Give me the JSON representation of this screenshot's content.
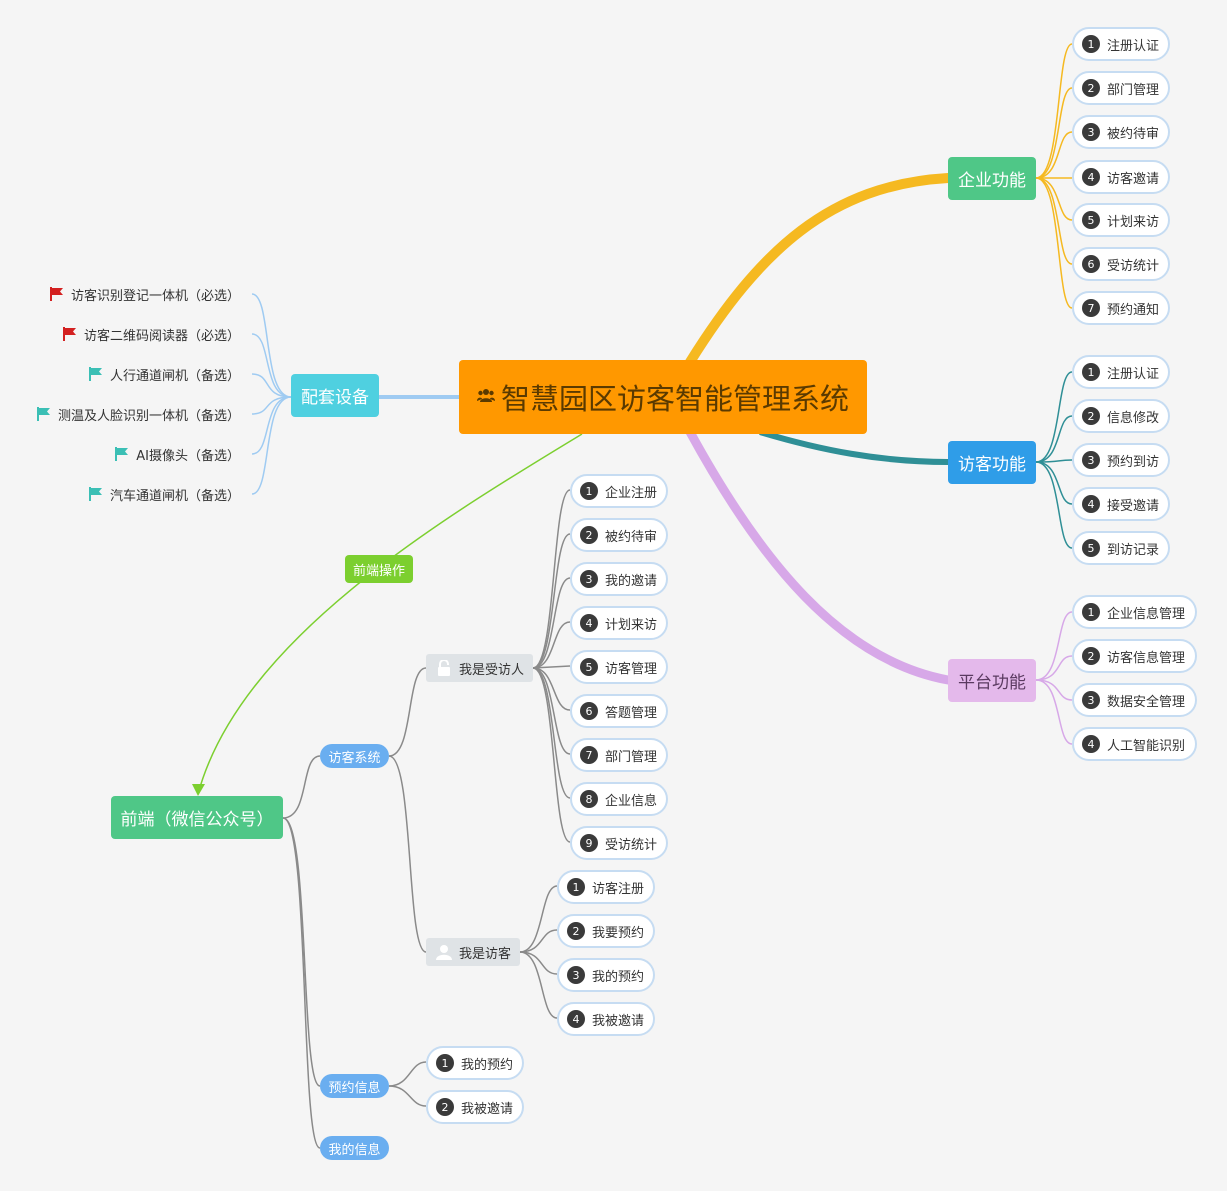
{
  "root": {
    "title": "智慧园区访客智能管理系统",
    "icon": "people-icon"
  },
  "enterprise": {
    "label": "企业功能",
    "items": [
      {
        "n": "1",
        "label": "注册认证"
      },
      {
        "n": "2",
        "label": "部门管理"
      },
      {
        "n": "3",
        "label": "被约待审"
      },
      {
        "n": "4",
        "label": "访客邀请"
      },
      {
        "n": "5",
        "label": "计划来访"
      },
      {
        "n": "6",
        "label": "受访统计"
      },
      {
        "n": "7",
        "label": "预约通知"
      }
    ]
  },
  "visitor": {
    "label": "访客功能",
    "items": [
      {
        "n": "1",
        "label": "注册认证"
      },
      {
        "n": "2",
        "label": "信息修改"
      },
      {
        "n": "3",
        "label": "预约到访"
      },
      {
        "n": "4",
        "label": "接受邀请"
      },
      {
        "n": "5",
        "label": "到访记录"
      }
    ]
  },
  "platform": {
    "label": "平台功能",
    "items": [
      {
        "n": "1",
        "label": "企业信息管理"
      },
      {
        "n": "2",
        "label": "访客信息管理"
      },
      {
        "n": "3",
        "label": "数据安全管理"
      },
      {
        "n": "4",
        "label": "人工智能识别"
      }
    ]
  },
  "devices": {
    "label": "配套设备",
    "items": [
      {
        "label": "访客识别登记一体机（必选）",
        "flag": "red"
      },
      {
        "label": "访客二维码阅读器（必选）",
        "flag": "red"
      },
      {
        "label": "人行通道闸机（备选）",
        "flag": "teal"
      },
      {
        "label": "测温及人脸识别一体机（备选）",
        "flag": "teal"
      },
      {
        "label": "AI摄像头（备选）",
        "flag": "teal"
      },
      {
        "label": "汽车通道闸机（备选）",
        "flag": "teal"
      }
    ]
  },
  "frontend": {
    "label": "前端（微信公众号）",
    "operation_label": "前端操作",
    "visitor_system": {
      "label": "访客系统",
      "host": {
        "label": "我是受访人",
        "icon": "lock-icon",
        "items": [
          {
            "n": "1",
            "label": "企业注册"
          },
          {
            "n": "2",
            "label": "被约待审"
          },
          {
            "n": "3",
            "label": "我的邀请"
          },
          {
            "n": "4",
            "label": "计划来访"
          },
          {
            "n": "5",
            "label": "访客管理"
          },
          {
            "n": "6",
            "label": "答题管理"
          },
          {
            "n": "7",
            "label": "部门管理"
          },
          {
            "n": "8",
            "label": "企业信息"
          },
          {
            "n": "9",
            "label": "受访统计"
          }
        ]
      },
      "guest": {
        "label": "我是访客",
        "icon": "person-icon",
        "items": [
          {
            "n": "1",
            "label": "访客注册"
          },
          {
            "n": "2",
            "label": "我要预约"
          },
          {
            "n": "3",
            "label": "我的预约"
          },
          {
            "n": "4",
            "label": "我被邀请"
          }
        ]
      }
    },
    "booking": {
      "label": "预约信息",
      "items": [
        {
          "n": "1",
          "label": "我的预约"
        },
        {
          "n": "2",
          "label": "我被邀请"
        }
      ]
    },
    "my_info": {
      "label": "我的信息"
    }
  },
  "colors": {
    "root": "#ff9800",
    "enterprise": "#f5b921",
    "visitor": "#2f8f96",
    "platform": "#d7a8e8",
    "devices": "#9fcbf2",
    "frontend": "#8a8a8a",
    "operation": "#7ccf2f",
    "flag_red": "#d32020",
    "flag_teal": "#3bbfb5"
  }
}
